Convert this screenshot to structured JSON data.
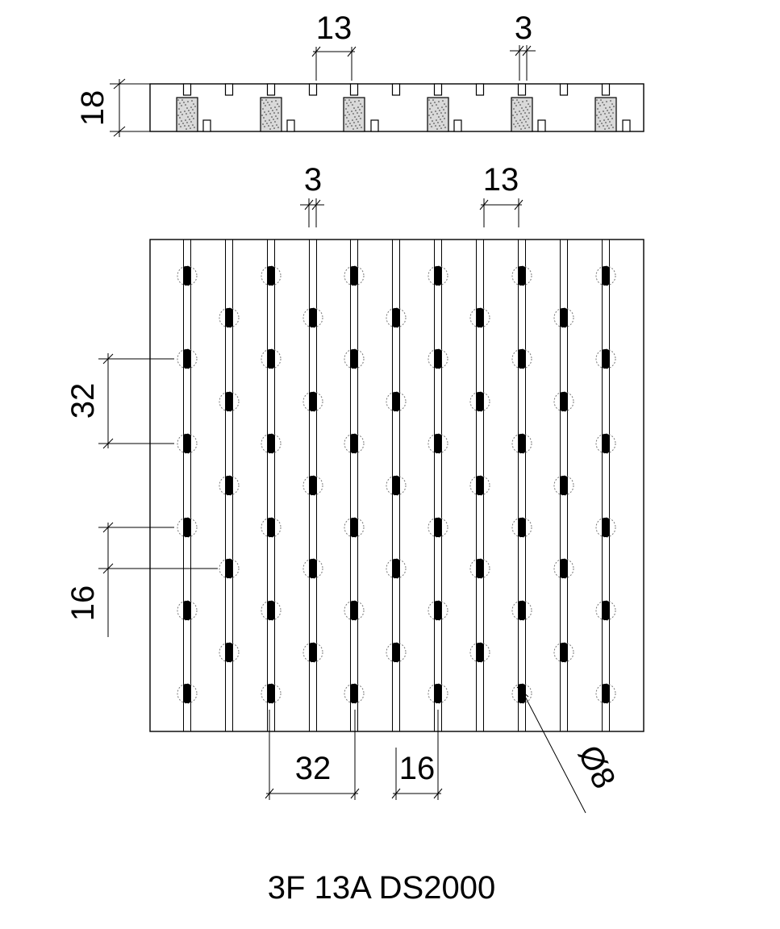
{
  "section": {
    "thickness_label": "18",
    "groove_width_label": "13",
    "gap_width_label": "3"
  },
  "plan": {
    "gap_width_label": "3",
    "groove_width_label": "13",
    "row_spacing_label": "32",
    "row_offset_label": "16",
    "col_spacing_label": "32",
    "col_offset_label": "16",
    "hole_diameter_label": "Ø8"
  },
  "title": "3F 13A DS2000",
  "colors": {
    "line": "#000000",
    "insert_fill": "#d9d9d9",
    "hole_outline": "#777777"
  }
}
